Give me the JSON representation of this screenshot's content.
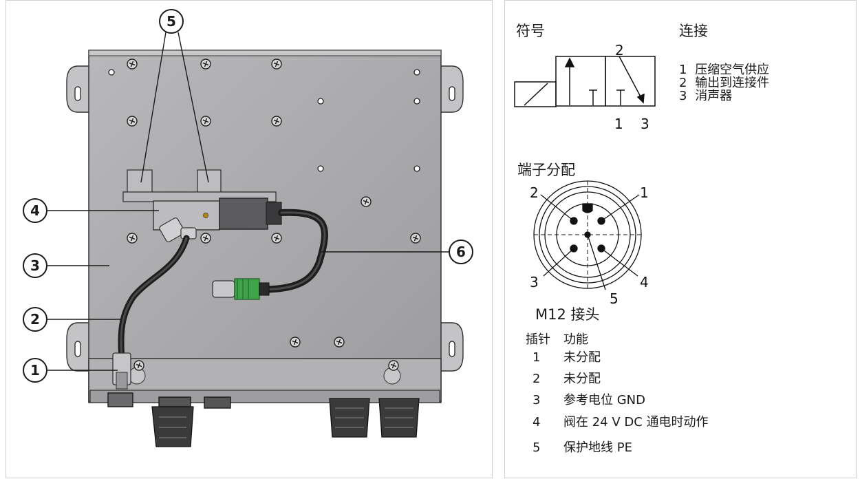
{
  "callouts": [
    "1",
    "2",
    "3",
    "4",
    "5",
    "6"
  ],
  "symbol": {
    "heading": "符号",
    "port_top": "2",
    "port_bottom_left": "1",
    "port_bottom_right": "3"
  },
  "connection": {
    "heading": "连接",
    "items": [
      {
        "num": "1",
        "label": "压缩空气供应"
      },
      {
        "num": "2",
        "label": "输出到连接件"
      },
      {
        "num": "3",
        "label": "消声器"
      }
    ]
  },
  "pinout": {
    "heading": "端子分配",
    "pin_labels": [
      "1",
      "2",
      "3",
      "4",
      "5"
    ],
    "connector_label": "M12 接头"
  },
  "pin_table": {
    "header_pin": "插针",
    "header_function": "功能",
    "rows": [
      {
        "pin": "1",
        "function": "未分配"
      },
      {
        "pin": "2",
        "function": "未分配"
      },
      {
        "pin": "3",
        "function": "参考电位 GND"
      },
      {
        "pin": "4",
        "function": "阀在 24 V DC 通电时动作"
      },
      {
        "pin": "5",
        "function": "保护地线 PE"
      }
    ]
  },
  "colors": {
    "plate": "#a9a9ab",
    "plate_dark": "#8e8e91",
    "cable": "#2a2a2a",
    "connector_green": "#3fa34a",
    "gland": "#3a3a3a",
    "callout_stroke": "#1a1a1a"
  }
}
